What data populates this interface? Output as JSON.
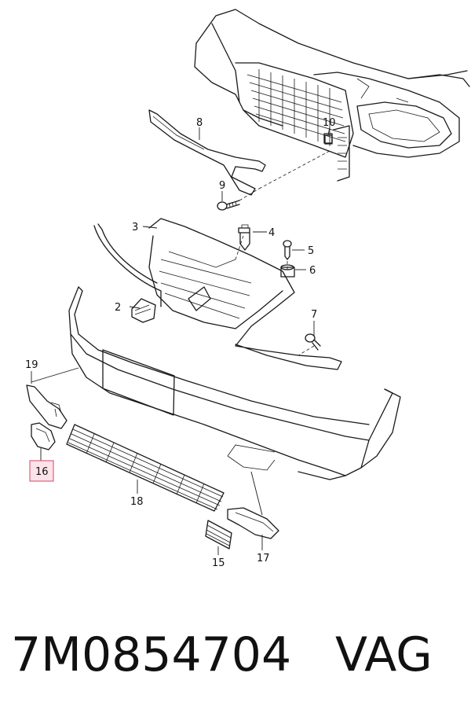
{
  "diagram": {
    "callouts": {
      "c2": "2",
      "c3": "3",
      "c4": "4",
      "c5": "5",
      "c6": "6",
      "c7": "7",
      "c8": "8",
      "c9": "9",
      "c10": "10",
      "c15": "15",
      "c16": "16",
      "c17": "17",
      "c18": "18",
      "c19": "19"
    },
    "highlight_color": "#e0607e"
  },
  "footer": {
    "part_number": "7M0854704",
    "brand": "VAG"
  }
}
